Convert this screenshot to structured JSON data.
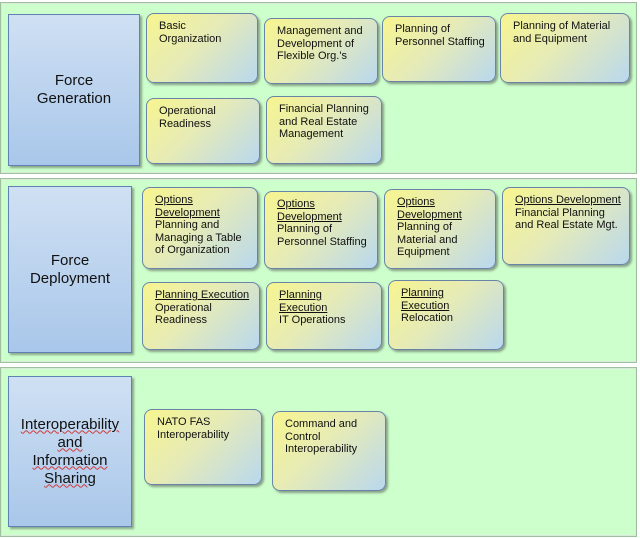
{
  "sections": [
    {
      "title": "Force\nGeneration",
      "cards": [
        {
          "text": "Basic\nOrganization"
        },
        {
          "text": "Management and\nDevelopment of\nFlexible Org.'s"
        },
        {
          "text": "Planning of\nPersonnel Staffing"
        },
        {
          "text": "Planning of Material\nand Equipment"
        },
        {
          "text": "Operational\nReadiness"
        },
        {
          "text": "Financial Planning\nand Real Estate\nManagement"
        }
      ]
    },
    {
      "title": "Force\nDeployment",
      "cards": [
        {
          "header": "Options\nDevelopment",
          "text": "Planning and\nManaging a Table\nof Organization"
        },
        {
          "header": "Options\nDevelopment",
          "text": "Planning of\nPersonnel Staffing"
        },
        {
          "header": "Options\nDevelopment",
          "text": "Planning of\nMaterial and\nEquipment"
        },
        {
          "header": "Options Development",
          "text": "Financial Planning\nand Real Estate Mgt."
        },
        {
          "header": "Planning Execution",
          "text": "Operational\nReadiness"
        },
        {
          "header": "Planning Execution",
          "text": "IT Operations"
        },
        {
          "header": "Planning Execution",
          "text": "Relocation"
        }
      ]
    },
    {
      "title": "Interoperability\nand\nInformation\nSharing",
      "cards": [
        {
          "text": "NATO FAS\nInteroperability"
        },
        {
          "text": "Command and\nControl\nInteroperability"
        }
      ]
    }
  ]
}
